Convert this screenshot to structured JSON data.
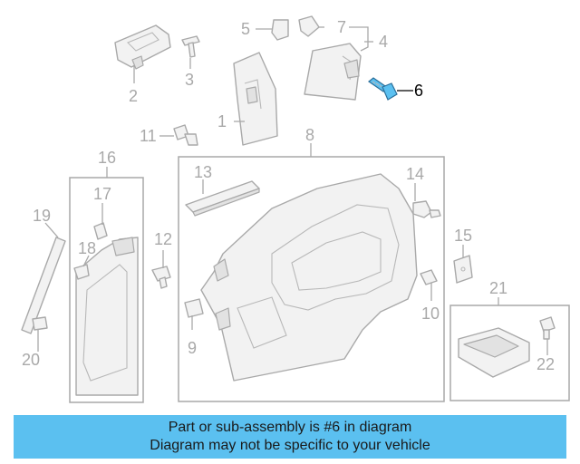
{
  "diagram": {
    "highlighted_part": "6",
    "callouts": [
      {
        "id": "1",
        "label": "1",
        "highlighted": false
      },
      {
        "id": "2",
        "label": "2",
        "highlighted": false
      },
      {
        "id": "3",
        "label": "3",
        "highlighted": false
      },
      {
        "id": "4",
        "label": "4",
        "highlighted": false
      },
      {
        "id": "5",
        "label": "5",
        "highlighted": false
      },
      {
        "id": "6",
        "label": "6",
        "highlighted": true
      },
      {
        "id": "7",
        "label": "7",
        "highlighted": false
      },
      {
        "id": "8",
        "label": "8",
        "highlighted": false
      },
      {
        "id": "9",
        "label": "9",
        "highlighted": false
      },
      {
        "id": "10",
        "label": "10",
        "highlighted": false
      },
      {
        "id": "11",
        "label": "11",
        "highlighted": false
      },
      {
        "id": "12",
        "label": "12",
        "highlighted": false
      },
      {
        "id": "13",
        "label": "13",
        "highlighted": false
      },
      {
        "id": "14",
        "label": "14",
        "highlighted": false
      },
      {
        "id": "15",
        "label": "15",
        "highlighted": false
      },
      {
        "id": "16",
        "label": "16",
        "highlighted": false
      },
      {
        "id": "17",
        "label": "17",
        "highlighted": false
      },
      {
        "id": "18",
        "label": "18",
        "highlighted": false
      },
      {
        "id": "19",
        "label": "19",
        "highlighted": false
      },
      {
        "id": "20",
        "label": "20",
        "highlighted": false
      },
      {
        "id": "21",
        "label": "21",
        "highlighted": false
      },
      {
        "id": "22",
        "label": "22",
        "highlighted": false
      }
    ]
  },
  "banner": {
    "line1": "Part or sub-assembly is #6 in diagram",
    "line2": "Diagram may not be specific to your vehicle",
    "background_color": "#5bc0f0",
    "highlight_part_color": "#5bc0f0"
  }
}
